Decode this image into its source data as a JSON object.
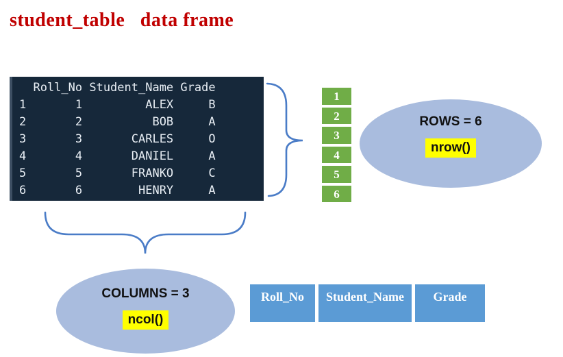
{
  "title": "student_table   data frame",
  "console": {
    "columns": [
      "Roll_No",
      "Student_Name",
      "Grade"
    ],
    "row_names": [
      "1",
      "2",
      "3",
      "4",
      "5",
      "6"
    ],
    "rows": [
      [
        "1",
        "ALEX",
        "B"
      ],
      [
        "2",
        "BOB",
        "A"
      ],
      [
        "3",
        "CARLES",
        "O"
      ],
      [
        "4",
        "DANIEL",
        "A"
      ],
      [
        "5",
        "FRANKO",
        "C"
      ],
      [
        "6",
        "HENRY",
        "A"
      ]
    ]
  },
  "row_index_boxes": [
    "1",
    "2",
    "3",
    "4",
    "5",
    "6"
  ],
  "rows_ellipse": {
    "label": "ROWS = 6",
    "function": "nrow()"
  },
  "columns_ellipse": {
    "label": "COLUMNS = 3",
    "function": "ncol()"
  },
  "bottom_table": {
    "headers": [
      "Roll_No",
      "Student_Name",
      "Grade"
    ]
  },
  "colors": {
    "title_red": "#C00000",
    "console_bg": "#16283A",
    "console_text": "#E8EEF4",
    "brace_blue": "#4A7CC7",
    "index_green": "#70AD47",
    "ellipse_blue": "#A9BCDE",
    "highlight_yellow": "#FFFF00",
    "header_blue": "#5B9BD5"
  }
}
